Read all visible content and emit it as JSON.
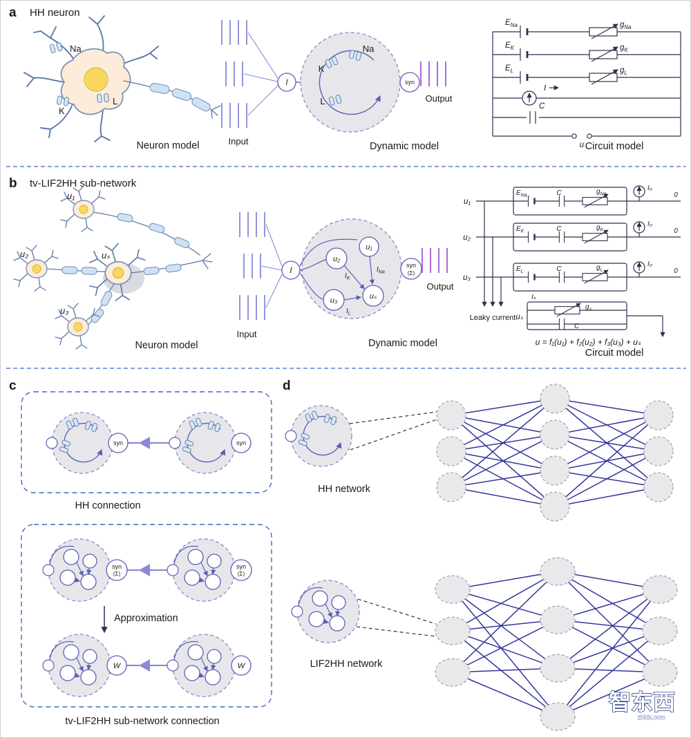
{
  "a": {
    "tag": "a",
    "title": "HH neuron",
    "neuron": {
      "na": "Na",
      "k": "K",
      "l": "L",
      "caption": "Neuron model"
    },
    "dyn": {
      "input": "Input",
      "i": "I",
      "k": "K",
      "na": "Na",
      "l": "L",
      "syn": "syn",
      "output": "Output",
      "caption": "Dynamic model"
    },
    "cir": {
      "e": "E",
      "g": "g",
      "na": "Na",
      "k": "K",
      "l": "L",
      "i": "I",
      "c": "C",
      "u": "u",
      "caption": "Circuit model"
    }
  },
  "b": {
    "tag": "b",
    "title": "tv-LIF2HH sub-network",
    "u1": "u₁",
    "u2": "u₂",
    "u3": "u₃",
    "us": "uₛ",
    "neuron_caption": "Neuron model",
    "dyn": {
      "input": "Input",
      "i": "I",
      "ib": "I",
      "k": "K",
      "na": "Na",
      "l": "L",
      "syn": "syn",
      "sigma": "(Σ)",
      "output": "Output",
      "caption": "Dynamic model"
    },
    "cir": {
      "e": "E",
      "g": "g",
      "c": "C",
      "na": "Na",
      "k": "K",
      "l": "L",
      "s": "s",
      "i0": "I₀",
      "zero": "0",
      "is": "Iₛ",
      "leaky": "Leaky current",
      "equation": "u = f₁(u₁) + f₂(u₂) + f₃(u₃) + uₛ",
      "caption": "Circuit model"
    }
  },
  "c": {
    "tag": "c",
    "syn": "syn",
    "sigma": "(Σ)",
    "w": "W",
    "hh_caption": "HH connection",
    "approx": "Approximation",
    "sub_caption": "tv-LIF2HH sub-network connection"
  },
  "d": {
    "tag": "d",
    "hh_caption": "HH network",
    "lif_caption": "LIF2HH network",
    "wm": "智东西",
    "wm_sub": "zhidx.com"
  }
}
